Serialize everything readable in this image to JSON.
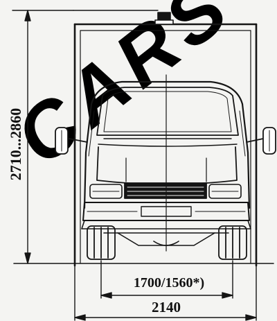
{
  "drawing": {
    "ink_color": "#151515",
    "paper_color": "#f4f4f2",
    "watermark_color": "#000000"
  },
  "dimensions": {
    "height": "2710...2860",
    "track": "1700/1560*)",
    "width": "2140"
  },
  "watermark": {
    "text": "CARS"
  }
}
